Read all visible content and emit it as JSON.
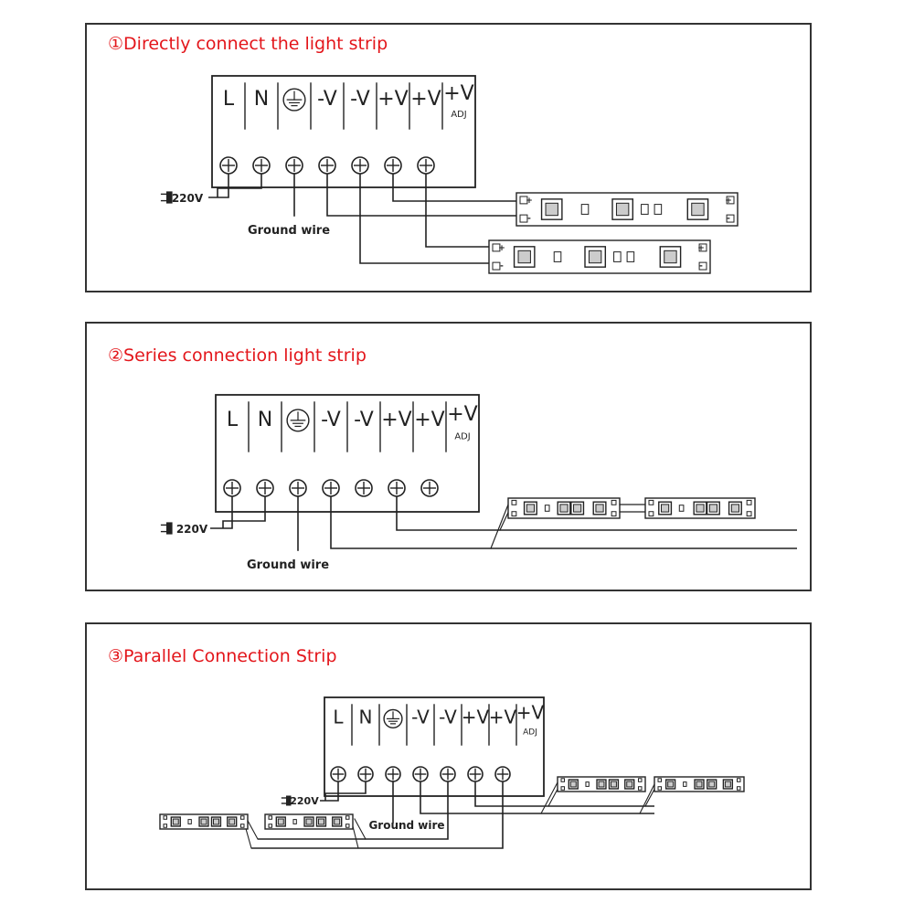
{
  "panels": [
    {
      "title": "①Directly connect the light strip",
      "terminals": [
        "L",
        "N",
        "ground-symbol",
        "-V",
        "-V",
        "+V",
        "+V",
        "+V"
      ],
      "adj_label": "ADJ",
      "input_label": "220V",
      "ground_label": "Ground wire",
      "strip_polarity": [
        "+",
        "-"
      ]
    },
    {
      "title": "②Series connection light strip",
      "terminals": [
        "L",
        "N",
        "ground-symbol",
        "-V",
        "-V",
        "+V",
        "+V",
        "+V"
      ],
      "adj_label": "ADJ",
      "input_label": "220V",
      "ground_label": "Ground wire"
    },
    {
      "title": "③Parallel Connection Strip",
      "terminals": [
        "L",
        "N",
        "ground-symbol",
        "-V",
        "-V",
        "+V",
        "+V",
        "+V"
      ],
      "adj_label": "ADJ",
      "input_label": "220V",
      "ground_label": "Ground wire"
    }
  ],
  "colors": {
    "title": "#e3161b",
    "line": "#222222",
    "border": "#333333"
  }
}
